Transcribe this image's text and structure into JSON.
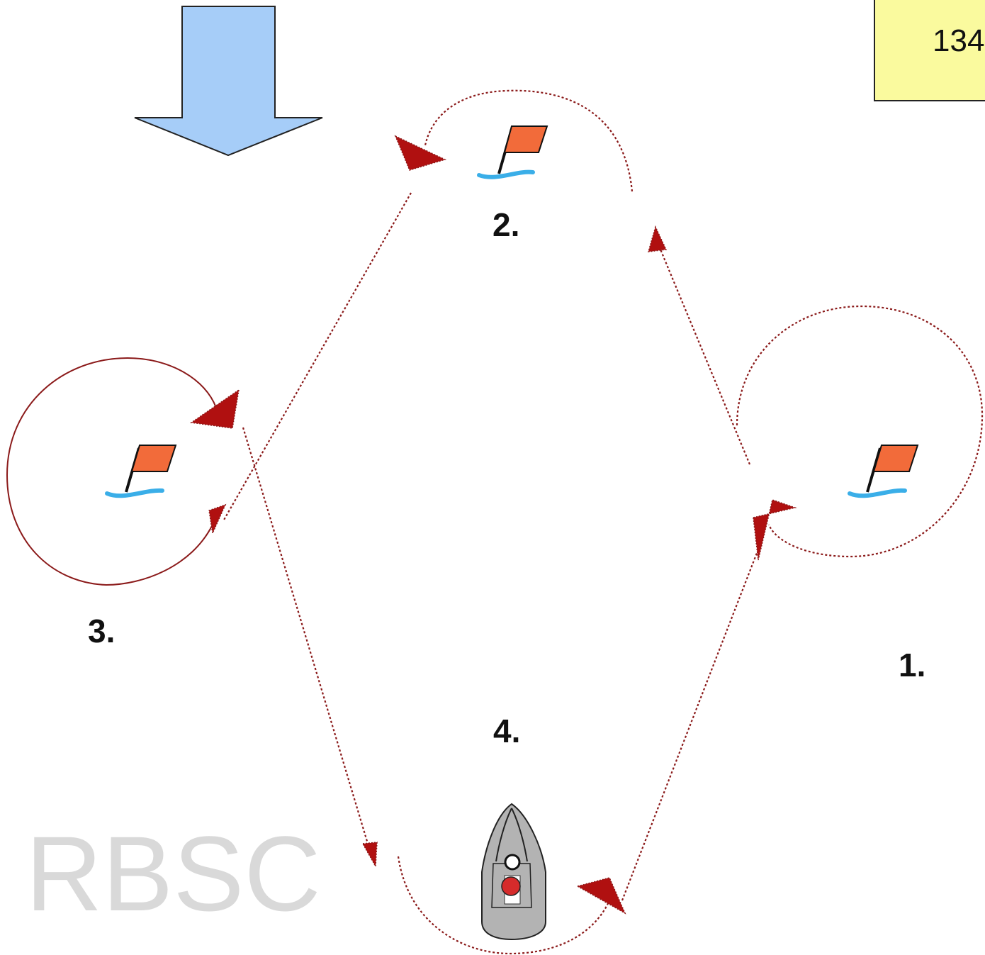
{
  "page_number": "134",
  "watermark": "RBSC",
  "marks": [
    {
      "id": "1",
      "label": "1."
    },
    {
      "id": "2",
      "label": "2."
    },
    {
      "id": "3",
      "label": "3."
    },
    {
      "id": "4",
      "label": "4."
    }
  ],
  "icons": {
    "wind": "wind-direction-arrow-icon",
    "buoy": "buoy-flag-icon",
    "boat": "boat-icon"
  },
  "colors": {
    "wind_arrow": "#a6cdf8",
    "page_box": "#fafa9e",
    "flag": "#f26b3a",
    "water": "#3aaee8",
    "path": "#8b1a1a",
    "boat": "#b3b3b3",
    "motor": "#d62b2b"
  }
}
